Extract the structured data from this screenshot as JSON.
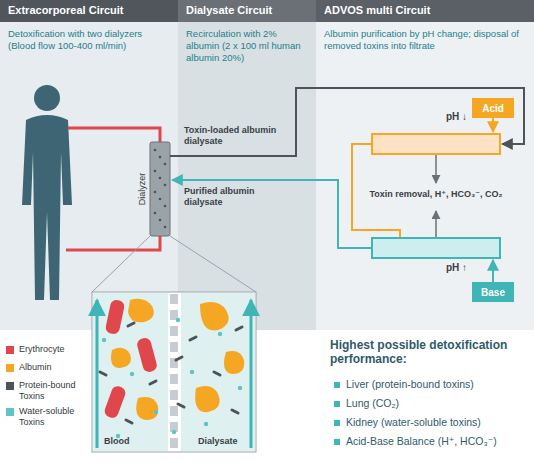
{
  "diagram": {
    "nodes": [
      {
        "text": [
          "Extracorporeal Circuit",
          "Detoxification with two dialyzers (Blood flow 100-400 ml/min)"
        ]
      },
      {
        "text": [
          "Dialysate Circuit",
          "Recirculation with 2% albumin (2 x 100 ml human albumin 20%)"
        ]
      },
      {
        "text": [
          "ADVOS multi Circuit",
          "Albumin purification by pH change; disposal of removed toxins into filtrate"
        ]
      },
      {
        "text": [
          "Dialyzer"
        ],
        "in": 0
      },
      {
        "text": [
          "Acid"
        ],
        "in": 2
      },
      {
        "text": [
          "Base"
        ],
        "in": 2
      }
    ],
    "labels": [
      "Toxin-loaded albumin dialysate",
      "Purified albumin dialysate",
      "pH ↓",
      "Toxin removal, H⁺, HCO₃⁻, CO₂",
      "pH ↑",
      "Blood",
      "Dialysate",
      "Highest possible detoxification performance:",
      "Liver (protein-bound toxins)",
      "Lung (CO₂)",
      "Kidney (water-soluble toxins)",
      "Acid-Base Balance (H⁺, HCO₃⁻)"
    ],
    "legend": [
      {
        "text": "Erythrocyte",
        "color": "#e0474c"
      },
      {
        "text": "Albumin",
        "color": "#f5a623"
      },
      {
        "text": "Protein-bound Toxins",
        "color": "#4d5359"
      },
      {
        "text": "Water-soluble Toxins",
        "color": "#5fc4c4"
      }
    ]
  }
}
